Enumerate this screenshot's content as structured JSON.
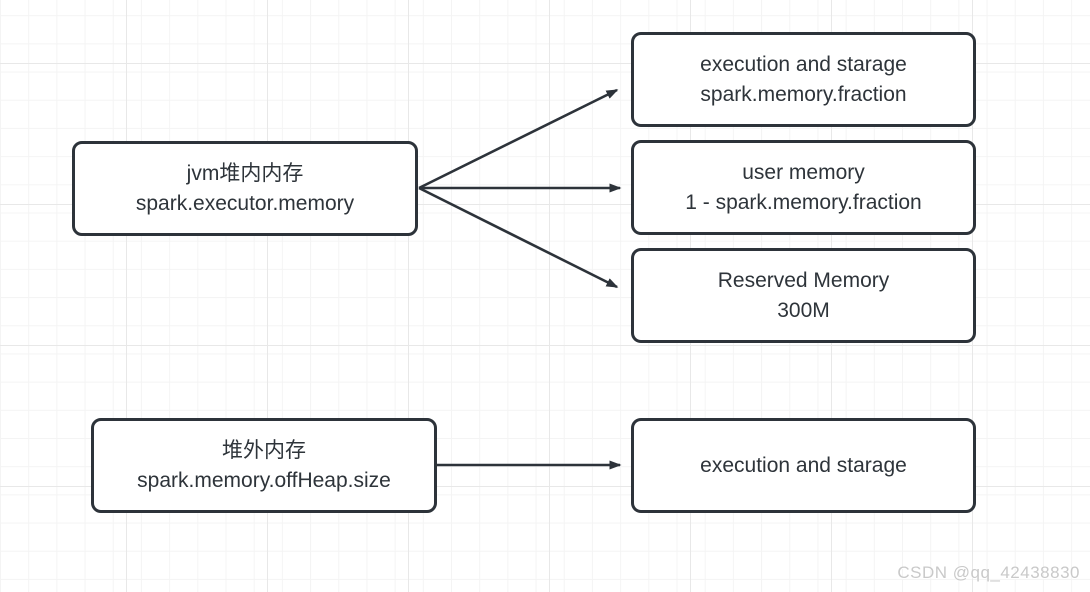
{
  "diagram": {
    "stroke_color": "#2d333a",
    "text_color": "#2e343a",
    "background_color": "#ffffff",
    "grid_minor_color": "#f4f4f4",
    "grid_major_color": "#e8e8e8"
  },
  "nodes": {
    "jvm_heap": {
      "line1": "jvm堆内内存",
      "line2": "spark.executor.memory"
    },
    "exec_storage": {
      "line1": "execution and starage",
      "line2": "spark.memory.fraction"
    },
    "user_memory": {
      "line1": "user memory",
      "line2": "1 - spark.memory.fraction"
    },
    "reserved": {
      "line1": "Reserved Memory",
      "line2": "300M"
    },
    "offheap": {
      "line1": "堆外内存",
      "line2": "spark.memory.offHeap.size"
    },
    "offheap_exec": {
      "line1": "execution and starage"
    }
  },
  "edges": [
    {
      "from": "jvm_heap",
      "to": "exec_storage"
    },
    {
      "from": "jvm_heap",
      "to": "user_memory"
    },
    {
      "from": "jvm_heap",
      "to": "reserved"
    },
    {
      "from": "offheap",
      "to": "offheap_exec"
    }
  ],
  "watermark": {
    "text": "CSDN @qq_42438830",
    "color": "#c9c9c9"
  }
}
